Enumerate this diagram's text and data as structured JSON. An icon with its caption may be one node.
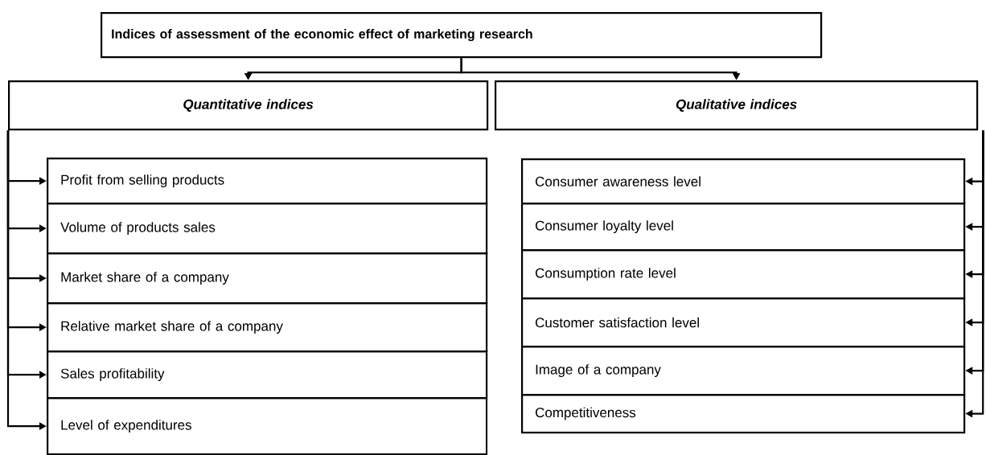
{
  "diagram": {
    "nodes": [
      {
        "text": [
          "Indices of assessment of the economic effect of marketing research"
        ]
      },
      {
        "text": [
          "Quantitative indices"
        ]
      },
      {
        "text": [
          "Qualitative indices"
        ]
      },
      {
        "text": [
          "Profit from selling products"
        ]
      },
      {
        "text": [
          "Volume of products sales"
        ]
      },
      {
        "text": [
          "Market share of a company"
        ]
      },
      {
        "text": [
          "Relative market share of a company"
        ]
      },
      {
        "text": [
          "Sales profitability"
        ]
      },
      {
        "text": [
          "Level of expenditures"
        ]
      },
      {
        "text": [
          "Consumer awareness level"
        ]
      },
      {
        "text": [
          "Consumer loyalty level"
        ]
      },
      {
        "text": [
          "Consumption rate level"
        ]
      },
      {
        "text": [
          "Customer satisfaction level"
        ]
      },
      {
        "text": [
          "Image of a company"
        ]
      },
      {
        "text": [
          "Competitiveness"
        ]
      }
    ],
    "edges": [
      {
        "from": 0,
        "to": 1,
        "arrow": "to"
      },
      {
        "from": 0,
        "to": 2,
        "arrow": "to"
      },
      {
        "from": 1,
        "to": 3,
        "arrow": "to"
      },
      {
        "from": 1,
        "to": 4,
        "arrow": "to"
      },
      {
        "from": 1,
        "to": 5,
        "arrow": "to"
      },
      {
        "from": 1,
        "to": 6,
        "arrow": "to"
      },
      {
        "from": 1,
        "to": 7,
        "arrow": "to"
      },
      {
        "from": 1,
        "to": 8,
        "arrow": "to"
      },
      {
        "from": 2,
        "to": 9,
        "arrow": "to"
      },
      {
        "from": 2,
        "to": 10,
        "arrow": "to"
      },
      {
        "from": 2,
        "to": 11,
        "arrow": "to"
      },
      {
        "from": 2,
        "to": 12,
        "arrow": "to"
      },
      {
        "from": 2,
        "to": 13,
        "arrow": "to"
      },
      {
        "from": 2,
        "to": 14,
        "arrow": "to"
      }
    ]
  }
}
